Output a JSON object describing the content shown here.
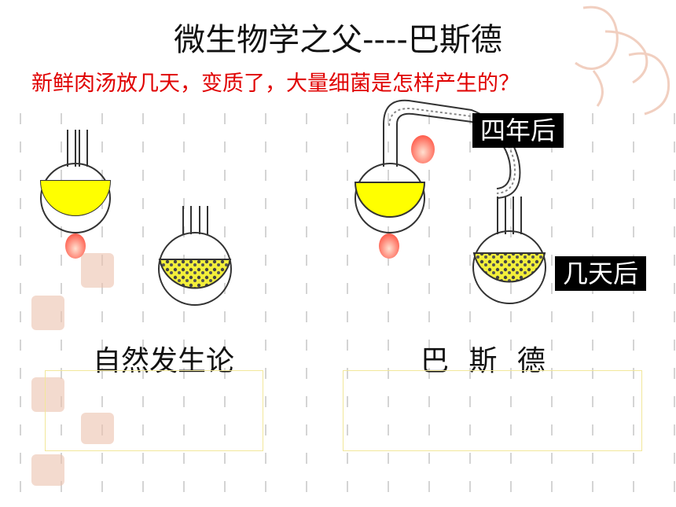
{
  "slide": {
    "title": "微生物学之父----巴斯德",
    "question": "新鲜肉汤放几天，变质了，大量细菌是怎样产生的？",
    "label_years": "四年后",
    "label_days": "几天后",
    "left_caption": "自然发生论",
    "right_caption": "巴 斯 德",
    "colors": {
      "broth": "#ffff00",
      "question": "#e00000",
      "flame": "#ff5a4a",
      "seal": "#e9b8a2"
    }
  }
}
